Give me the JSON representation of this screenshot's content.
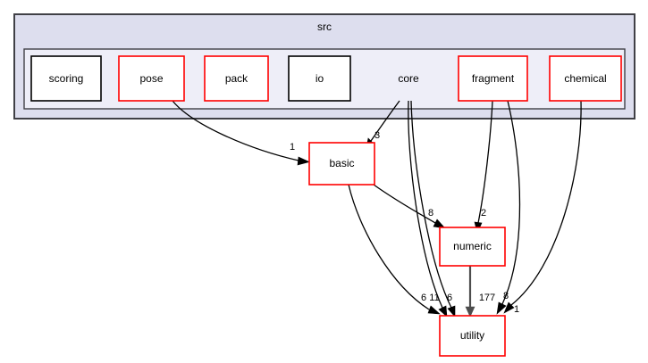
{
  "graph": {
    "type": "directory-dependency-graph",
    "cluster": {
      "label": "src",
      "inner_label": ""
    },
    "current_directory": "core",
    "nodes": [
      {
        "id": "scoring",
        "label": "scoring",
        "border_color": "#000000",
        "fill": "#ffffff",
        "group": "src"
      },
      {
        "id": "pose",
        "label": "pose",
        "border_color": "#ff0000",
        "fill": "#ffffff",
        "group": "src"
      },
      {
        "id": "pack",
        "label": "pack",
        "border_color": "#ff0000",
        "fill": "#ffffff",
        "group": "src"
      },
      {
        "id": "io",
        "label": "io",
        "border_color": "#000000",
        "fill": "#ffffff",
        "group": "src"
      },
      {
        "id": "core",
        "label": "core",
        "border_color": "none",
        "fill": "none",
        "group": "src"
      },
      {
        "id": "fragment",
        "label": "fragment",
        "border_color": "#ff0000",
        "fill": "#ffffff",
        "group": "src"
      },
      {
        "id": "chemical",
        "label": "chemical",
        "border_color": "#ff0000",
        "fill": "#ffffff",
        "group": "src"
      },
      {
        "id": "basic",
        "label": "basic",
        "border_color": "#ff0000",
        "fill": "#ffffff",
        "group": "external"
      },
      {
        "id": "numeric",
        "label": "numeric",
        "border_color": "#ff0000",
        "fill": "#ffffff",
        "group": "external"
      },
      {
        "id": "utility",
        "label": "utility",
        "border_color": "#ff0000",
        "fill": "#ffffff",
        "group": "external"
      }
    ],
    "edges": [
      {
        "from": "pose",
        "to": "basic",
        "label": "1"
      },
      {
        "from": "core",
        "to": "basic",
        "label": "3"
      },
      {
        "from": "basic",
        "to": "numeric",
        "label": "8"
      },
      {
        "from": "fragment",
        "to": "numeric",
        "label": "2"
      },
      {
        "from": "basic",
        "to": "utility",
        "label": "6"
      },
      {
        "from": "core",
        "to": "utility",
        "label": "11"
      },
      {
        "from": "core",
        "to": "utility",
        "label": "6"
      },
      {
        "from": "numeric",
        "to": "utility",
        "label": "177"
      },
      {
        "from": "fragment",
        "to": "utility",
        "label": "8"
      },
      {
        "from": "chemical",
        "to": "utility",
        "label": "1"
      }
    ],
    "colors": {
      "cluster_outer_fill": "#dddeee",
      "cluster_inner_fill": "#eeeef8",
      "cluster_stroke": "#404046",
      "node_fill": "#ffffff",
      "node_border_red": "#ff0000",
      "node_border_black": "#000000",
      "edge_black": "#000000",
      "edge_grey": "#4d4d4d"
    }
  }
}
